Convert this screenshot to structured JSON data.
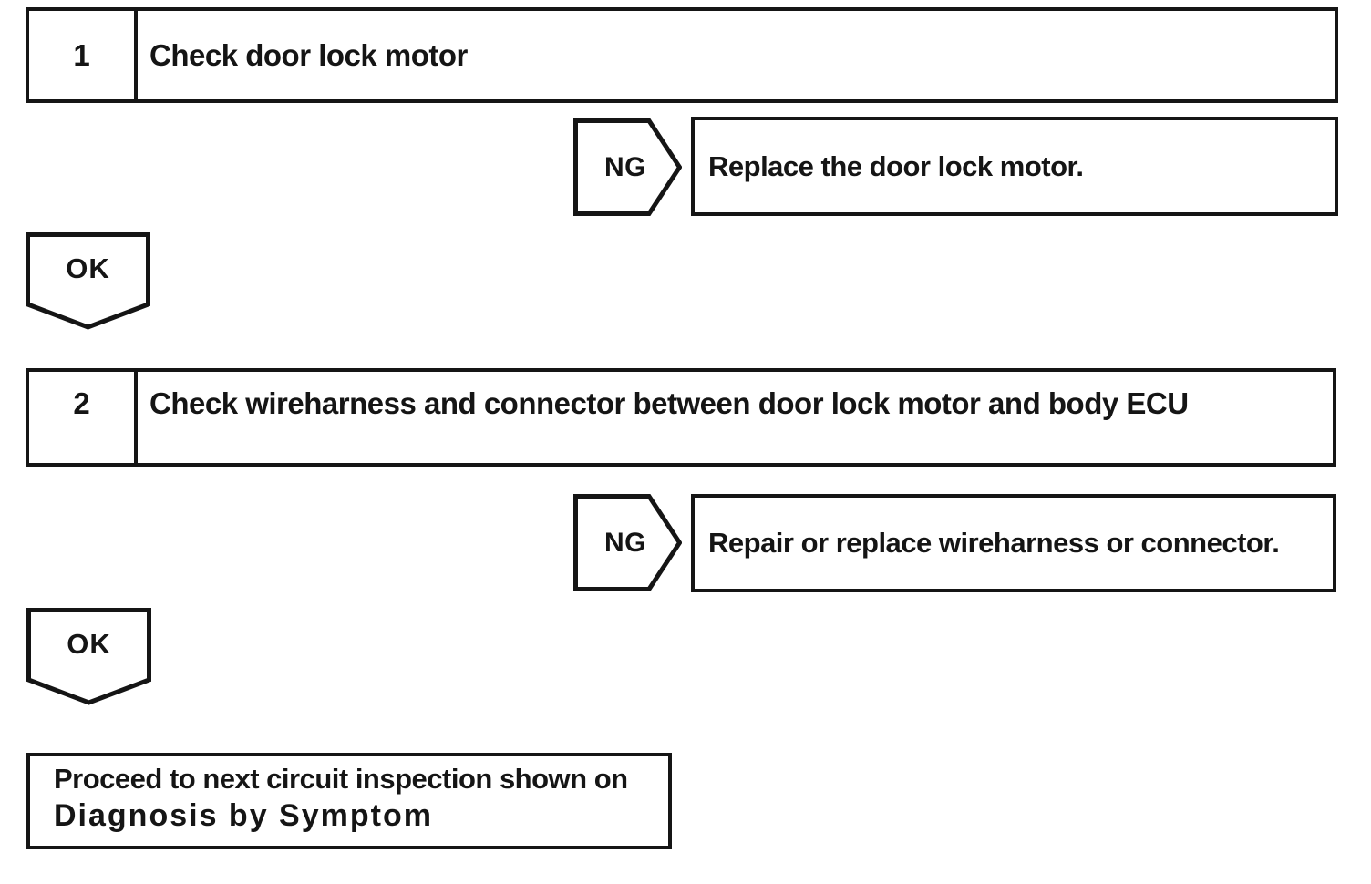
{
  "flowchart": {
    "steps": [
      {
        "number": "1",
        "title": "Check door lock motor",
        "ng_label": "NG",
        "ng_action": "Replace the door lock motor.",
        "ok_label": "OK"
      },
      {
        "number": "2",
        "title": "Check wireharness and connector between door lock motor and body ECU",
        "ng_label": "NG",
        "ng_action": "Repair or replace wireharness or connector.",
        "ok_label": "OK"
      }
    ],
    "final_action": {
      "line1": "Proceed to next circuit inspection shown on",
      "line2": "Diagnosis by Symptom"
    },
    "colors": {
      "ink": "#151515",
      "background": "#ffffff"
    }
  }
}
